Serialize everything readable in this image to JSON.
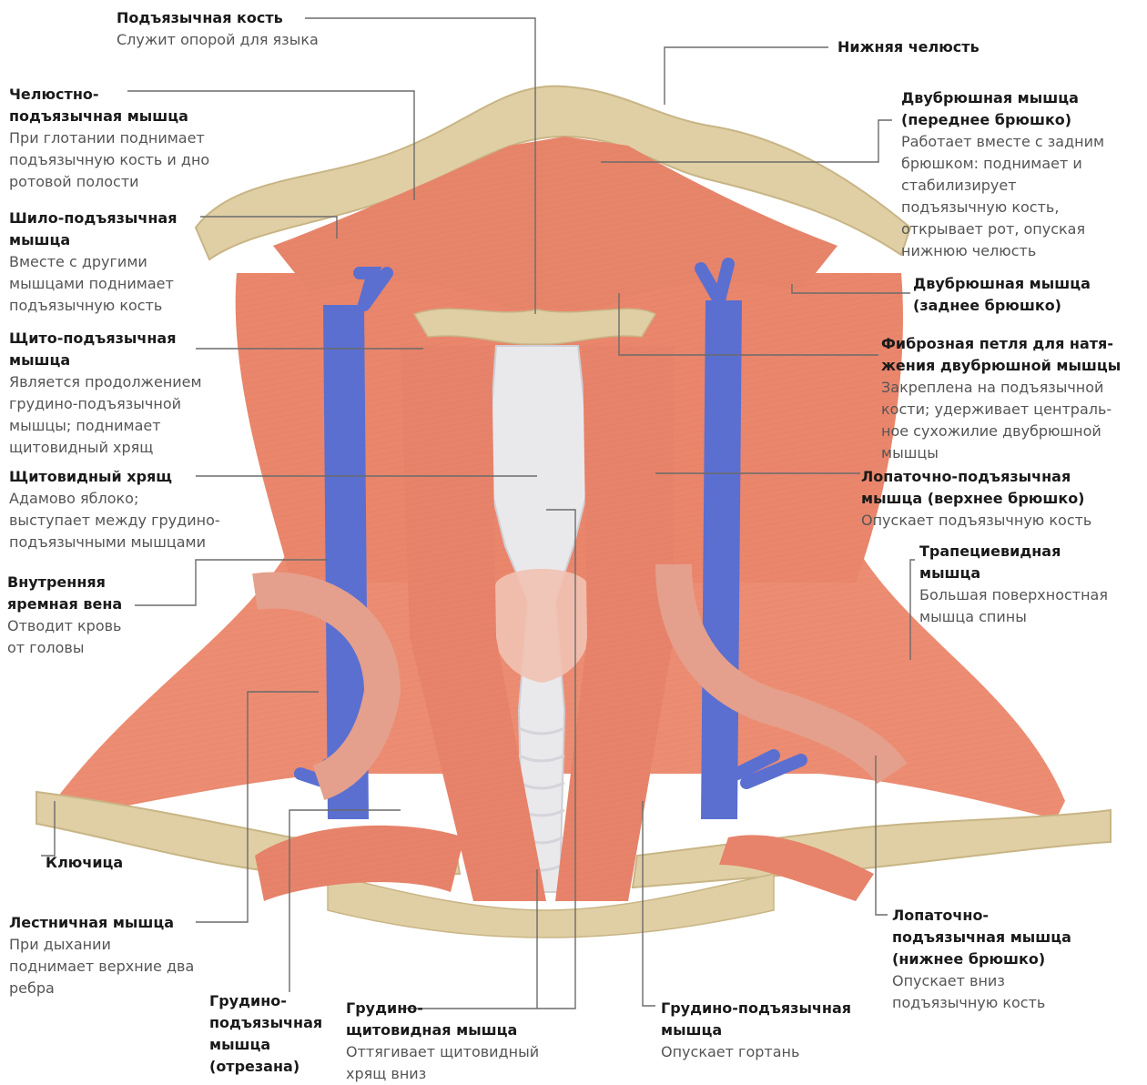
{
  "labels": {
    "hyoid": {
      "title": "Подъязычная кость",
      "desc": "Служит опорой для языка"
    },
    "mandible": {
      "title": "Нижняя челюсть"
    },
    "mylohyoid": {
      "title": "Челюстно-\nподъязычная мышца",
      "desc": "При глотании поднимает\nподъязычную кость и дно\nротовой полости"
    },
    "digastric_ant": {
      "title": "Двубрюшная мышца\n(переднее брюшко)",
      "desc": "Работает вместе с задним\nбрюшком: поднимает и\nстабилизирует\nподъязычную кость,\nоткрывает рот, опуская\nнижнюю челюсть"
    },
    "stylohyoid": {
      "title": "Шило-подъязычная\nмышца",
      "desc": "Вместе с другими\nмышцами поднимает\nподъязычную кость"
    },
    "digastric_post": {
      "title": "Двубрюшная мышца\n(заднее брюшко)"
    },
    "thyrohyoid": {
      "title": "Щито-подъязычная\nмышца",
      "desc": "Является продолжением\nгрудино-подъязычной\nмышцы; поднимает\nщитовидный хрящ"
    },
    "fibrous_loop": {
      "title": "Фиброзная петля для натя-\nжения двубрюшной мышцы",
      "desc": "Закреплена на подъязычной\nкости; удерживает централь-\nное сухожилие двубрюшной\nмышцы"
    },
    "thyroid_cart": {
      "title": "Щитовидный хрящ",
      "desc": "Адамово яблоко;\nвыступает между грудино-\nподъязычными мышцами"
    },
    "omohyoid_sup": {
      "title": "Лопаточно-подъязычная\nмышца (верхнее брюшко)",
      "desc": "Опускает подъязычную кость"
    },
    "ijv": {
      "title": "Внутренняя\nяремная вена",
      "desc": "Отводит кровь\nот головы"
    },
    "trapezius": {
      "title": "Трапециевидная\nмышца",
      "desc": "Большая поверхностная\nмышца спины"
    },
    "clavicle": {
      "title": "Ключица"
    },
    "scalene": {
      "title": "Лестничная мышца",
      "desc": "При дыхании\nподнимает верхние два\nребра"
    },
    "omohyoid_inf": {
      "title": "Лопаточно-\nподъязычная мышца\n(нижнее брюшко)",
      "desc": "Опускает вниз\nподъязычную кость"
    },
    "sternohyoid_cut": {
      "title": "Грудино-\nподъязычная\nмышца\n(отрезана)"
    },
    "sternothyroid": {
      "title": "Грудино-\nщитовидная мышца",
      "desc": "Оттягивает щитовидный\nхрящ вниз"
    },
    "sternohyoid": {
      "title": "Грудино-подъязычная\nмышца",
      "desc": "Опускает гортань"
    }
  },
  "colors": {
    "muscle": "#e8836a",
    "muscle_dark": "#c95c45",
    "bone": "#e0cfa5",
    "vein": "#5b6fd0",
    "cartilage": "#e9e9ec",
    "leader": "#6b6b6b"
  }
}
